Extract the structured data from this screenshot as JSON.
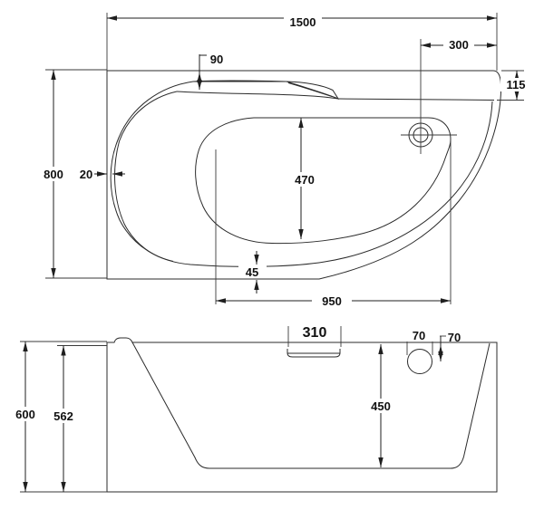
{
  "drawing": {
    "description": "Bathtub technical drawing with top (plan) view and front (elevation) view",
    "units": "mm",
    "colors": {
      "line": "#2b2b2b",
      "background": "#ffffff",
      "text": "#111111"
    },
    "top_view": {
      "dims": {
        "overall_length": "1500",
        "overall_width": "800",
        "rim_edge_offset": "90",
        "drain_to_right_edge": "300",
        "right_rim_width": "115",
        "left_rim_gap": "20",
        "basin_inner_width": "470",
        "bottom_rim_width": "45",
        "basin_floor_length": "950"
      }
    },
    "front_view": {
      "dims": {
        "overall_height": "600",
        "deck_height": "562",
        "tray_width": "310",
        "jet_width": "70",
        "jet_offset_from_top": "70",
        "inner_depth": "450"
      }
    }
  }
}
